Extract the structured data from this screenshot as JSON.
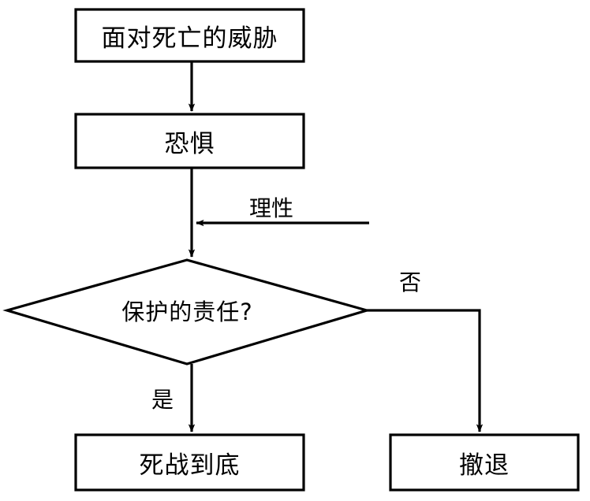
{
  "diagram": {
    "type": "flowchart",
    "orientation": "top-to-bottom",
    "language": "zh-CN",
    "stroke_color": "#000000",
    "fill_color": "#ffffff",
    "background_color": "#ffffff",
    "nodes": [
      {
        "id": "threat",
        "shape": "rectangle",
        "label": "面对死亡的威胁"
      },
      {
        "id": "fear",
        "shape": "rectangle",
        "label": "恐惧"
      },
      {
        "id": "decision",
        "shape": "diamond",
        "label": "保护的责任?"
      },
      {
        "id": "fight",
        "shape": "rectangle",
        "label": "死战到底"
      },
      {
        "id": "retreat",
        "shape": "rectangle",
        "label": "撤退"
      }
    ],
    "edges": [
      {
        "id": "threat-to-fear",
        "from": "threat",
        "to": "fear",
        "label": ""
      },
      {
        "id": "fear-to-decision",
        "from": "fear",
        "to": "decision",
        "label": ""
      },
      {
        "id": "reason-into-flow",
        "from": "",
        "to": "fear-to-decision",
        "label": "理性"
      },
      {
        "id": "decision-yes-to-fight",
        "from": "decision",
        "to": "fight",
        "label": "是"
      },
      {
        "id": "decision-no-to-retreat",
        "from": "decision",
        "to": "retreat",
        "label": "否"
      }
    ]
  }
}
